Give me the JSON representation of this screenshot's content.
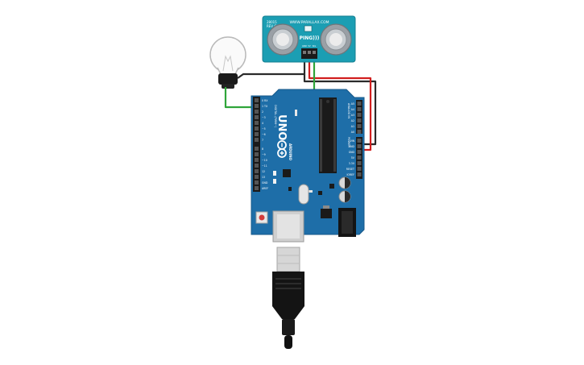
{
  "sensor": {
    "title": "PING)))",
    "url": "WWW.PARALLAX.COM",
    "part_left_line1": "28015",
    "part_left_line2": "REV C",
    "pin_labels": [
      "GND",
      "5V",
      "SIG"
    ]
  },
  "board": {
    "name": "UNO",
    "brand": "ARDUINO",
    "digital_label": "DIGITAL (PWM~)",
    "analog_label": "ANALOG IN",
    "power_label": "POWER",
    "digital_pins": [
      "0 RX",
      "1 TX",
      "2",
      "~3",
      "4",
      "~5",
      "~6",
      "7",
      "8",
      "~9",
      "~10",
      "~11",
      "12",
      "13",
      "GND",
      "AREF"
    ],
    "analog_pins": [
      "A5",
      "A4",
      "A3",
      "A2",
      "A1",
      "A0"
    ],
    "power_pins": [
      "VIN",
      "GND",
      "GND",
      "5V",
      "3.3V",
      "RESET",
      "IOREF"
    ]
  },
  "colors": {
    "board_blue": "#1e6ea8",
    "sensor_teal": "#1b9eb3",
    "wire_black": "#2a2a2a",
    "wire_red": "#d11f1f",
    "wire_green": "#2fa53a",
    "usb_black": "#111111"
  },
  "icons": [
    "lightbulb-icon",
    "arduino-logo-icon",
    "usb-cable-icon",
    "ultrasonic-transducer-icon"
  ]
}
